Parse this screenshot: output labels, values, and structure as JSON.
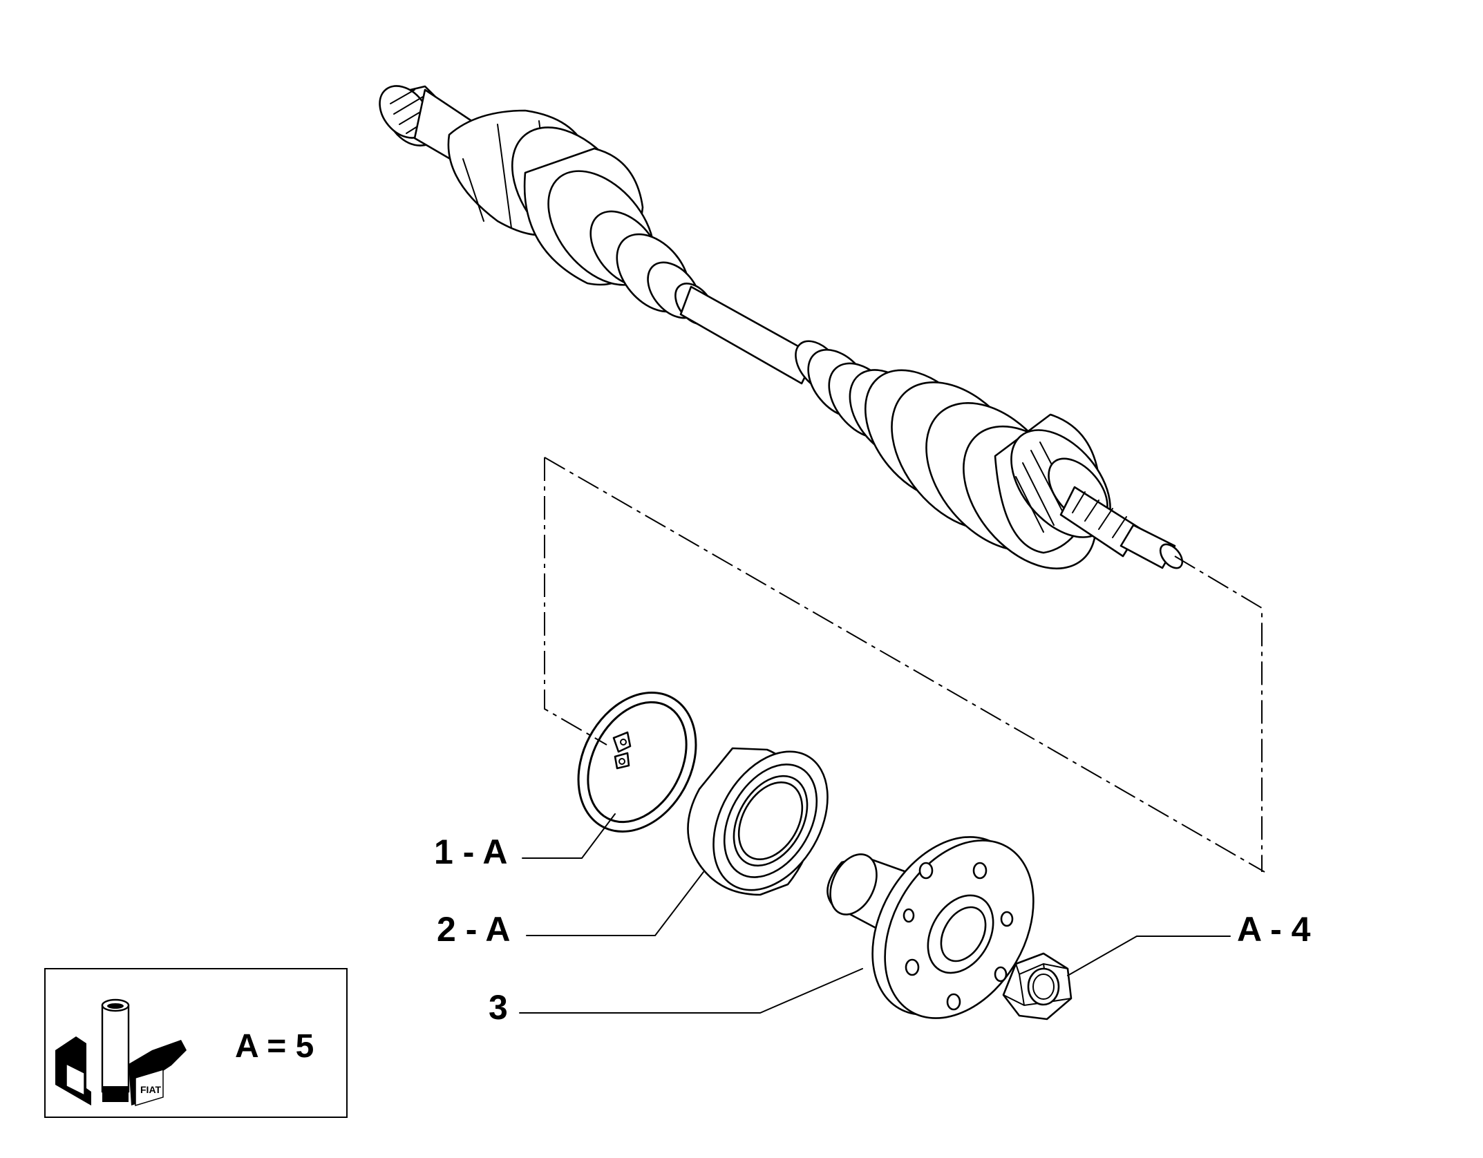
{
  "callouts": [
    {
      "id": "1",
      "text": "1 - A"
    },
    {
      "id": "2",
      "text": "2 - A"
    },
    {
      "id": "3",
      "text": "3"
    },
    {
      "id": "4",
      "text": "A - 4"
    }
  ],
  "legend": {
    "text": "A = 5",
    "logo_text": "FIAT"
  },
  "colors": {
    "line": "#000000",
    "background": "#ffffff"
  }
}
